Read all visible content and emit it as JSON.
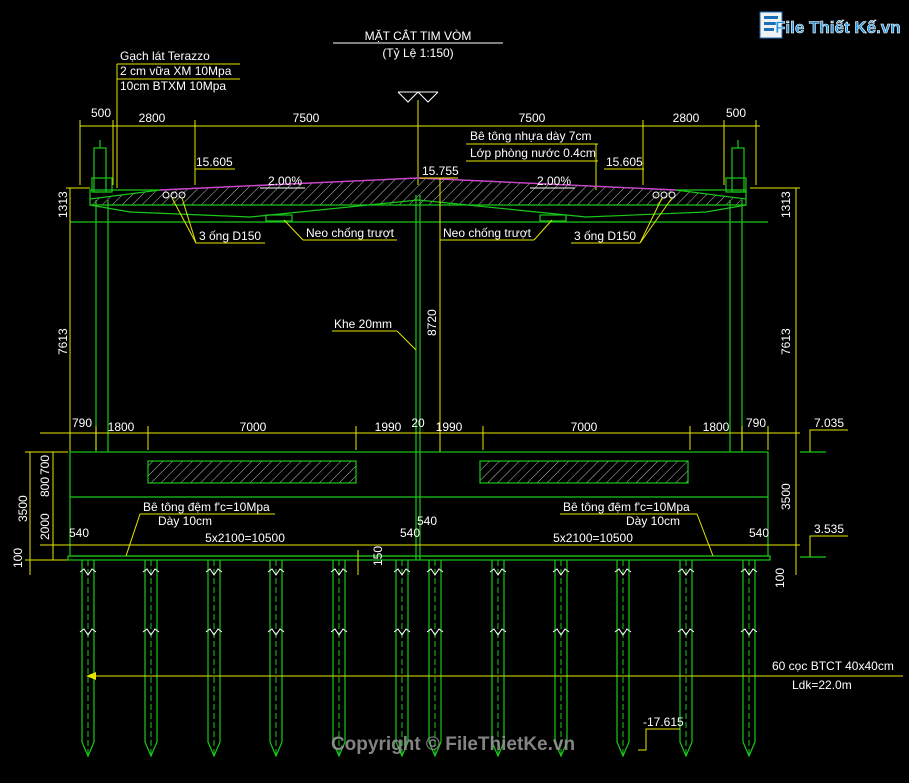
{
  "title": "MẶT CẮT TIM VÒM",
  "scale": "(Tỷ Lệ 1:150)",
  "watermark_logo": "File Thiết Kế.vn",
  "watermark_bottom": "Copyright © FileThietKe.vn",
  "notes": {
    "terrazzo_1": "Gạch lát Terazzo",
    "terrazzo_2": "2 cm vữa XM 10Mpa",
    "terrazzo_3": "10cm BTXM 10Mpa",
    "asphalt_1": "Bê tông nhựa dày 7cm",
    "asphalt_2": "Lớp phòng nước 0.4cm",
    "pipes_left": "3 ống D150",
    "pipes_right": "3 ống D150",
    "anchor_left": "Neo chống trượt",
    "anchor_right": "Neo chống trượt",
    "joint": "Khe 20mm",
    "lean_left_1": "Bê tông đệm f'c=10Mpa",
    "lean_left_2": "Dày 10cm",
    "lean_right_1": "Bê tông đệm f'c=10Mpa",
    "lean_right_2": "Dày 10cm",
    "piles_1": "60 cọc BTCT 40x40cm",
    "piles_2": "Ldk=22.0m"
  },
  "slopes": {
    "left": "2.00%",
    "right": "2.00%"
  },
  "elevations": {
    "crown": "15.755",
    "edge_left": "15.605",
    "edge_right": "15.605",
    "cap_top": "7.035",
    "cap_bottom": "3.535",
    "pile_tip": "-17.615"
  },
  "dims_top": [
    "500",
    "2800",
    "7500",
    "7500",
    "2800",
    "500"
  ],
  "dims_mid": [
    "790",
    "1800",
    "7000",
    "1990",
    "20",
    "1990",
    "7000",
    "1800",
    "790"
  ],
  "dims_pile": {
    "edge_left": "540",
    "span_left": "5x2100=10500",
    "center_left": "540",
    "center_right": "540",
    "span_right": "5x2100=10500",
    "edge_right": "540",
    "gap": "150"
  },
  "dims_vertical": {
    "deck_left": "1313",
    "deck_right": "1313",
    "column_left": "7613",
    "column_right": "7613",
    "center": "8720",
    "cap_left": "3500",
    "cap_right": "3500",
    "cap_top_part": "800",
    "cap_mid_part": "700",
    "cap_low_part": "2000",
    "lean_left": "100",
    "lean_right": "100"
  }
}
